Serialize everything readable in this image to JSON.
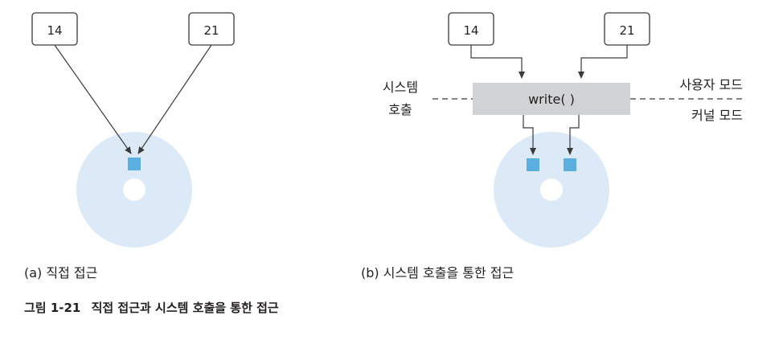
{
  "diagram_a": {
    "left_value": "14",
    "right_value": "21",
    "caption": "(a) 직접 접근"
  },
  "diagram_b": {
    "left_value": "14",
    "right_value": "21",
    "function_label": "write( )",
    "system_call_line1": "시스템",
    "system_call_line2": "호출",
    "user_mode": "사용자 모드",
    "kernel_mode": "커널 모드",
    "caption": "(b) 시스템 호출을 통한 접근"
  },
  "figure": {
    "number": "그림 1-21",
    "title": "직접 접근과 시스템 호출을 통한 접근"
  },
  "colors": {
    "disk": "#dbeaf6",
    "block": "#5aaee0",
    "box_stroke": "#3a3a3a",
    "function_fill": "#d1d2d4",
    "line": "#3a3a3a"
  }
}
